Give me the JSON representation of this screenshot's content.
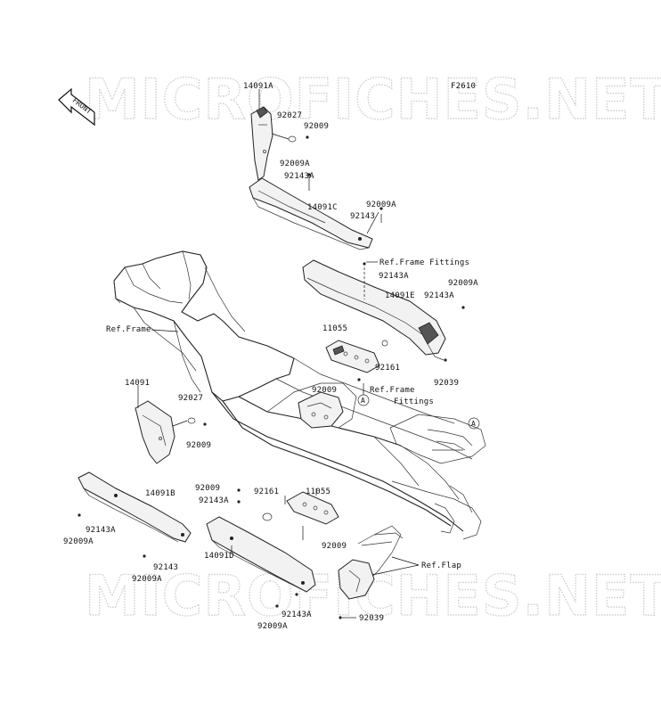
{
  "watermark": {
    "top": "MICROFICHES.NET",
    "bottom": "MICROFICHES.NET"
  },
  "figure_code": "F2610",
  "front_arrow": "FRONT",
  "callouts": {
    "circle_a_1": "A",
    "circle_a_2": "A"
  },
  "labels": {
    "p14091A": "14091A",
    "p92027_top": "92027",
    "p92009_top": "92009",
    "p92009A_1": "92009A",
    "p92143A_1": "92143A",
    "p14091C": "14091C",
    "p92143_top": "92143",
    "p92009A_2": "92009A",
    "ref_frame_fittings_1": "Ref.Frame Fittings",
    "p92143A_2": "92143A",
    "p14091E": "14091E",
    "p92143A_3": "92143A",
    "p92009A_3": "92009A",
    "ref_frame": "Ref.Frame",
    "p11055_top": "11055",
    "p92161_top": "92161",
    "p92039_top": "92039",
    "p92009_mid": "92009",
    "ref_frame_2a": "Ref.Frame",
    "ref_frame_2b": "Fittings",
    "p14091": "14091",
    "p92027_left": "92027",
    "p92009_left": "92009",
    "p14091B": "14091B",
    "p92009_b": "92009",
    "p92161_b": "92161",
    "p11055_b": "11055",
    "p92143A_b": "92143A",
    "p92143A_left": "92143A",
    "p92009A_left": "92009A",
    "p92143_left": "92143",
    "p92009A_left2": "92009A",
    "p14091D": "14091D",
    "p92009_low": "92009",
    "ref_flap": "Ref.Flap",
    "p92143A_low": "92143A",
    "p92039_low": "92039",
    "p92009A_low": "92009A"
  }
}
